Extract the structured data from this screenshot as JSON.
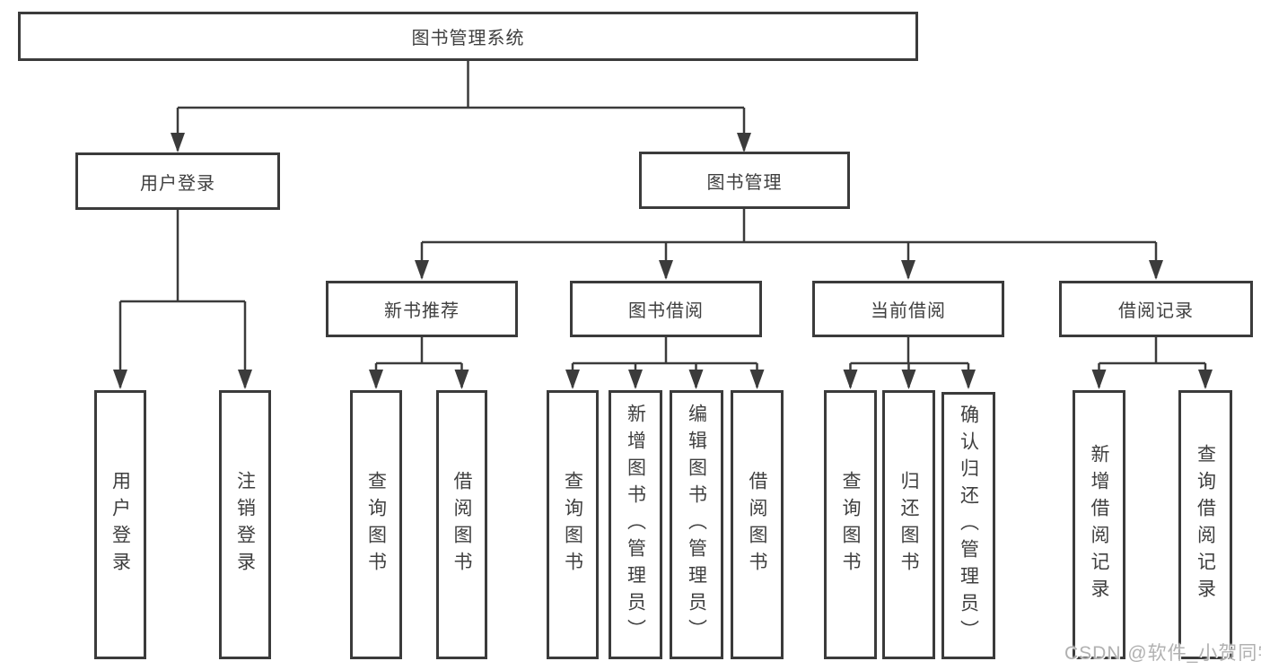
{
  "diagram": {
    "type": "function-structure-tree",
    "nodes": {
      "root": "图书管理系统",
      "userLogin": "用户登录",
      "bookMgmt": "图书管理",
      "newBookRec": "新书推荐",
      "bookBorrow": "图书借阅",
      "currentBorrow": "当前借阅",
      "borrowRecords": "借阅记录",
      "leafUserLogin": "用户登录",
      "leafLogout": "注销登录",
      "leafQueryBooks1": "查询图书",
      "leafBorrowBooks1": "借阅图书",
      "leafQueryBooks2": "查询图书",
      "leafAddBooks": "新增图书（管理员）",
      "leafEditBooks": "编辑图书（管理员）",
      "leafBorrowBooks2": "借阅图书",
      "leafQueryBooks3": "查询图书",
      "leafReturnBooks": "归还图书",
      "leafConfirmReturn": "确认归还（管理员）",
      "leafAddRecord": "新增借阅记录",
      "leafQueryRecord": "查询借阅记录"
    },
    "hierarchy": {
      "root": [
        "userLogin",
        "bookMgmt"
      ],
      "userLogin": [
        "leafUserLogin",
        "leafLogout"
      ],
      "bookMgmt": [
        "newBookRec",
        "bookBorrow",
        "currentBorrow",
        "borrowRecords"
      ],
      "newBookRec": [
        "leafQueryBooks1",
        "leafBorrowBooks1"
      ],
      "bookBorrow": [
        "leafQueryBooks2",
        "leafAddBooks",
        "leafEditBooks",
        "leafBorrowBooks2"
      ],
      "currentBorrow": [
        "leafQueryBooks3",
        "leafReturnBooks",
        "leafConfirmReturn"
      ],
      "borrowRecords": [
        "leafAddRecord",
        "leafQueryRecord"
      ]
    },
    "colors": {
      "line": "#3b3b3b",
      "text": "#3f3f3f",
      "background": "#ffffff",
      "watermark": "#adadad"
    }
  },
  "watermark": "CSDN @软件_小贺同学"
}
